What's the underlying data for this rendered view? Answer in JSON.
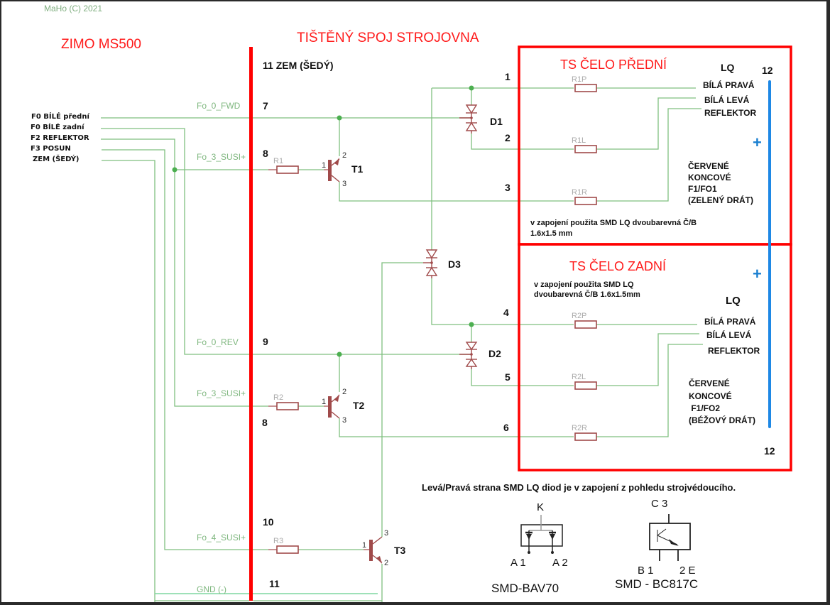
{
  "copyright": "MaHo (C) 2021",
  "left_block": {
    "title": "ZIMO MS500",
    "wires": [
      {
        "label": "F0 BÍLÉ přední"
      },
      {
        "label": "F0 BÍLÉ zadní"
      },
      {
        "label": "F2 REFLEKTOR"
      },
      {
        "label": "F3 POSUN"
      },
      {
        "label": "ZEM (ŠEDÝ)"
      }
    ]
  },
  "pcb": {
    "title": "TIŠTĚNÝ SPOJ STROJOVNA",
    "ground_label": "11 ZEM (ŠEDÝ)",
    "nets": [
      {
        "name": "Fo_0_FWD",
        "pin": "7"
      },
      {
        "name": "Fo_3_SUSI+",
        "pin": "8"
      },
      {
        "name": "Fo_0_REV",
        "pin": "9"
      },
      {
        "name": "Fo_3_SUSI+",
        "pin": "8"
      },
      {
        "name": "Fo_4_SUSI+",
        "pin": "10"
      },
      {
        "name": "GND (-)",
        "pin": "11"
      }
    ],
    "resistors": [
      "R1",
      "R2",
      "R3"
    ],
    "transistors": [
      {
        "ref": "T1",
        "pins": [
          "1",
          "2",
          "3"
        ]
      },
      {
        "ref": "T2",
        "pins": [
          "1",
          "2",
          "3"
        ]
      },
      {
        "ref": "T3",
        "pins": [
          "1",
          "3",
          "2"
        ]
      }
    ],
    "diodes": [
      "D1",
      "D2",
      "D3"
    ],
    "output_pins": [
      "1",
      "2",
      "3",
      "4",
      "5",
      "6"
    ]
  },
  "front": {
    "title": "TS ČELO PŘEDNÍ",
    "lq": "LQ",
    "pin_top": "12",
    "resistors": [
      "R1P",
      "R1L",
      "R1R"
    ],
    "outputs": [
      "BÍLÁ PRAVÁ",
      "BÍLÁ LEVÁ",
      "REFLEKTOR"
    ],
    "plus": "+",
    "red_lines": [
      "ČERVENÉ",
      "KONCOVÉ",
      "F1/FO1",
      "(ZELENÝ DRÁT)"
    ],
    "note_lines": [
      "v zapojení použita SMD LQ dvoubarevná Č/B",
      "1.6x1.5 mm"
    ]
  },
  "rear": {
    "title": "TS ČELO ZADNÍ",
    "lq": "LQ",
    "pin_bottom": "12",
    "resistors": [
      "R2P",
      "R2L",
      "R2R"
    ],
    "outputs": [
      "BÍLÁ PRAVÁ",
      "BÍLÁ LEVÁ",
      "REFLEKTOR"
    ],
    "plus": "+",
    "red_lines": [
      "ČERVENÉ",
      "KONCOVÉ",
      " F1/FO2",
      "(BÉŽOVÝ DRÁT)"
    ],
    "note_lines": [
      "v zapojení použita SMD LQ",
      "dvoubarevná Č/B 1.6x1.5mm"
    ]
  },
  "footnote": "Levá/Pravá strana SMD LQ diod je v zapojení z pohledu strojvédoucího.",
  "packages": {
    "bav70": {
      "k": "K",
      "a1": "A 1",
      "a2": "A 2",
      "name": "SMD-BAV70"
    },
    "bc817": {
      "c": "C 3",
      "b": "B 1",
      "e": "2 E",
      "name": "SMD - BC817C"
    }
  },
  "colors": {
    "wire": "#7fbf7f",
    "board": "#ff0000",
    "component": "#a04a4a",
    "plus_rail": "#1e88e5",
    "gnd": "#7fd7a0"
  }
}
